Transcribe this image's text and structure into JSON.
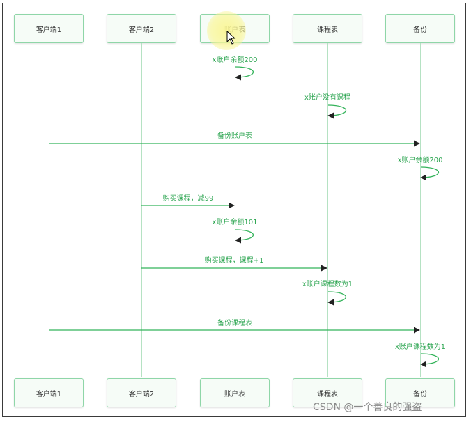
{
  "participants": [
    "客户端1",
    "客户端2",
    "账户表",
    "课程表",
    "备份"
  ],
  "messages": [
    {
      "from": 2,
      "to": 2,
      "label": "x账户余额200"
    },
    {
      "from": 3,
      "to": 3,
      "label": "x账户没有课程"
    },
    {
      "from": 0,
      "to": 4,
      "label": "备份账户表"
    },
    {
      "from": 4,
      "to": 4,
      "label": "x账户余额200"
    },
    {
      "from": 1,
      "to": 2,
      "label": "购买课程，减99"
    },
    {
      "from": 2,
      "to": 2,
      "label": "x账户余额101"
    },
    {
      "from": 1,
      "to": 3,
      "label": "购买课程，课程+1"
    },
    {
      "from": 3,
      "to": 3,
      "label": "x账户课程数为1"
    },
    {
      "from": 0,
      "to": 4,
      "label": "备份课程表"
    },
    {
      "from": 4,
      "to": 4,
      "label": "x账户课程数为1"
    }
  ],
  "colors": {
    "arrow": "#33b35a",
    "self_arrow": "#33b35a",
    "text": "#2aa44f",
    "border": "#8fd6a8"
  },
  "watermark": "CSDN @一个善良的强盗"
}
